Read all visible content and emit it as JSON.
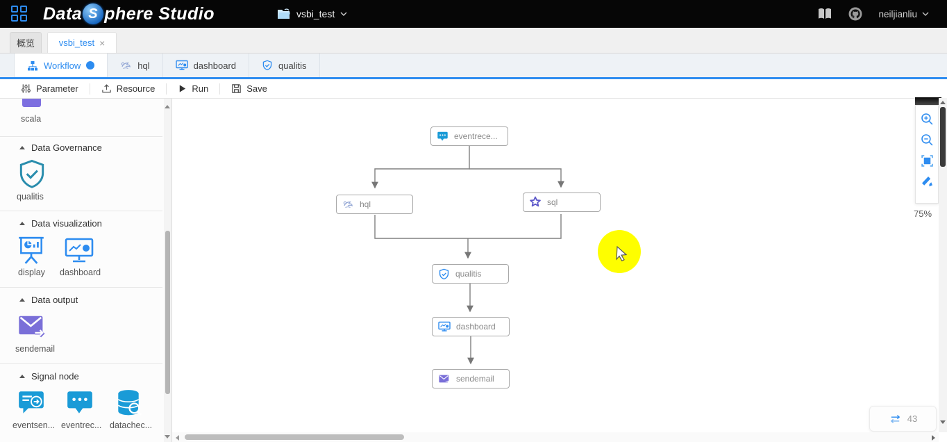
{
  "header": {
    "logo_data": "Data",
    "logo_sphere": "S",
    "logo_rest": "phere Studio",
    "project_name": "vsbi_test",
    "username": "neiljianliu"
  },
  "tabs": {
    "overview": "概览",
    "project_tab": "vsbi_test",
    "close": "×"
  },
  "workflow_tabs": {
    "workflow": "Workflow",
    "hql": "hql",
    "dashboard": "dashboard",
    "qualitis": "qualitis"
  },
  "toolbar": {
    "parameter": "Parameter",
    "resource": "Resource",
    "run": "Run",
    "save": "Save"
  },
  "sidebar": {
    "scala_label": "scala",
    "sections": [
      {
        "title": "Data Governance"
      },
      {
        "title": "Data visualization"
      },
      {
        "title": "Data output"
      },
      {
        "title": "Signal node"
      }
    ],
    "items": {
      "qualitis": "qualitis",
      "display": "display",
      "dashboard": "dashboard",
      "sendemail": "sendemail",
      "eventsend": "eventsen...",
      "eventreceive": "eventrec...",
      "datacheck": "datachec..."
    }
  },
  "canvas": {
    "nodes": {
      "eventreceiver": "eventrece...",
      "hql": "hql",
      "sql": "sql",
      "qualitis": "qualitis",
      "dashboard": "dashboard",
      "sendemail": "sendemail"
    },
    "zoom_level": "75%",
    "badge_count": "43"
  },
  "colors": {
    "accent": "#2d8cf0",
    "signal_blue": "#1a9bd7",
    "output_purple": "#7a6fd8",
    "governance_teal": "#2a8dad",
    "highlight_yellow": "#fefe00"
  }
}
